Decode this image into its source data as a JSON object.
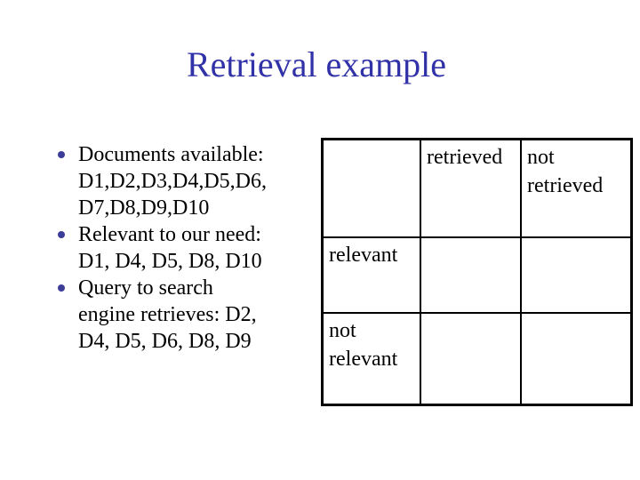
{
  "slide": {
    "title": "Retrieval example",
    "colors": {
      "background": "#FFFFFF",
      "title_text": "#3232A8",
      "bullet_dot": "#3C3C99",
      "body_text": "#000000",
      "table_border": "#000000"
    },
    "bullet_glyph": "•",
    "bullet_lines": [
      {
        "bullet": true,
        "text": "Documents available:"
      },
      {
        "bullet": false,
        "text": "D1,D2,D3,D4,D5,D6,"
      },
      {
        "bullet": false,
        "text": "D7,D8,D9,D10"
      },
      {
        "bullet": true,
        "text": "Relevant to our need:"
      },
      {
        "bullet": false,
        "text": "D1, D4, D5, D8, D10"
      },
      {
        "bullet": true,
        "text": "Query to search"
      },
      {
        "bullet": false,
        "text": "engine retrieves: D2,"
      },
      {
        "bullet": false,
        "text": "D4, D5, D6, D8, D9"
      }
    ],
    "table": {
      "header": [
        "",
        "retrieved",
        "not retrieved"
      ],
      "rows": [
        {
          "label": "relevant",
          "cells": [
            "",
            ""
          ]
        },
        {
          "label": "not relevant",
          "cells": [
            "",
            ""
          ]
        }
      ]
    }
  }
}
